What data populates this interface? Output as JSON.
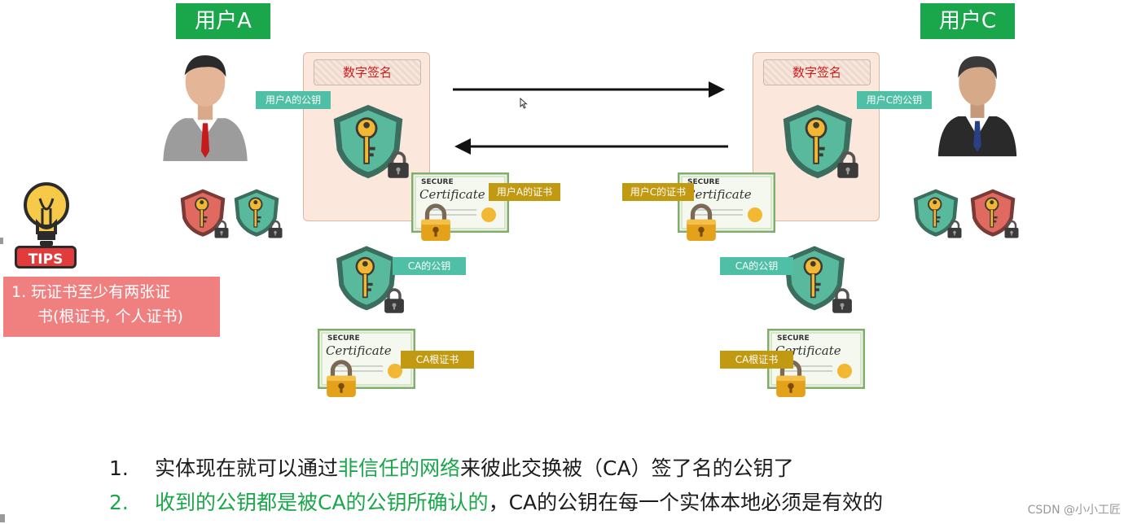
{
  "users": {
    "a": {
      "label": "用户A"
    },
    "c": {
      "label": "用户C"
    }
  },
  "panels": {
    "left": {
      "title": "数字签名",
      "pubkey_label": "用户A的公钥",
      "cert_label": "用户A的证书"
    },
    "right": {
      "title": "数字签名",
      "pubkey_label": "用户C的公钥",
      "cert_label": "用户C的证书"
    }
  },
  "ca": {
    "left": {
      "pubkey_label": "CA的公钥",
      "root_cert_label": "CA根证书"
    },
    "right": {
      "pubkey_label": "CA的公钥",
      "root_cert_label": "CA根证书"
    }
  },
  "certificate": {
    "secure": "SECURE",
    "word": "Certificate"
  },
  "tips": {
    "badge": "TIPS",
    "line1": "1.  玩证书至少有两张证",
    "line2": "书(根证书, 个人证书)"
  },
  "bottom": {
    "line1": {
      "num": "1.",
      "pre": "实体现在就可以通过",
      "highlight": "非信任的网络",
      "post": "来彼此交换被（CA）签了名的公钥了"
    },
    "line2": {
      "num": "2.",
      "highlight": "收到的公钥都是被CA的公钥所确认的",
      "post": "，CA的公钥在每一个实体本地必须是有效的"
    }
  },
  "watermark": "CSDN @小小工匠",
  "colors": {
    "green": "#1aa64a",
    "teal_shield": "#4fb59a",
    "red_shield": "#e06a5f",
    "key": "#f2b833",
    "gold_label": "#c29a12",
    "teal_label": "#4fbfa5",
    "signature_red": "#d11a1a"
  }
}
